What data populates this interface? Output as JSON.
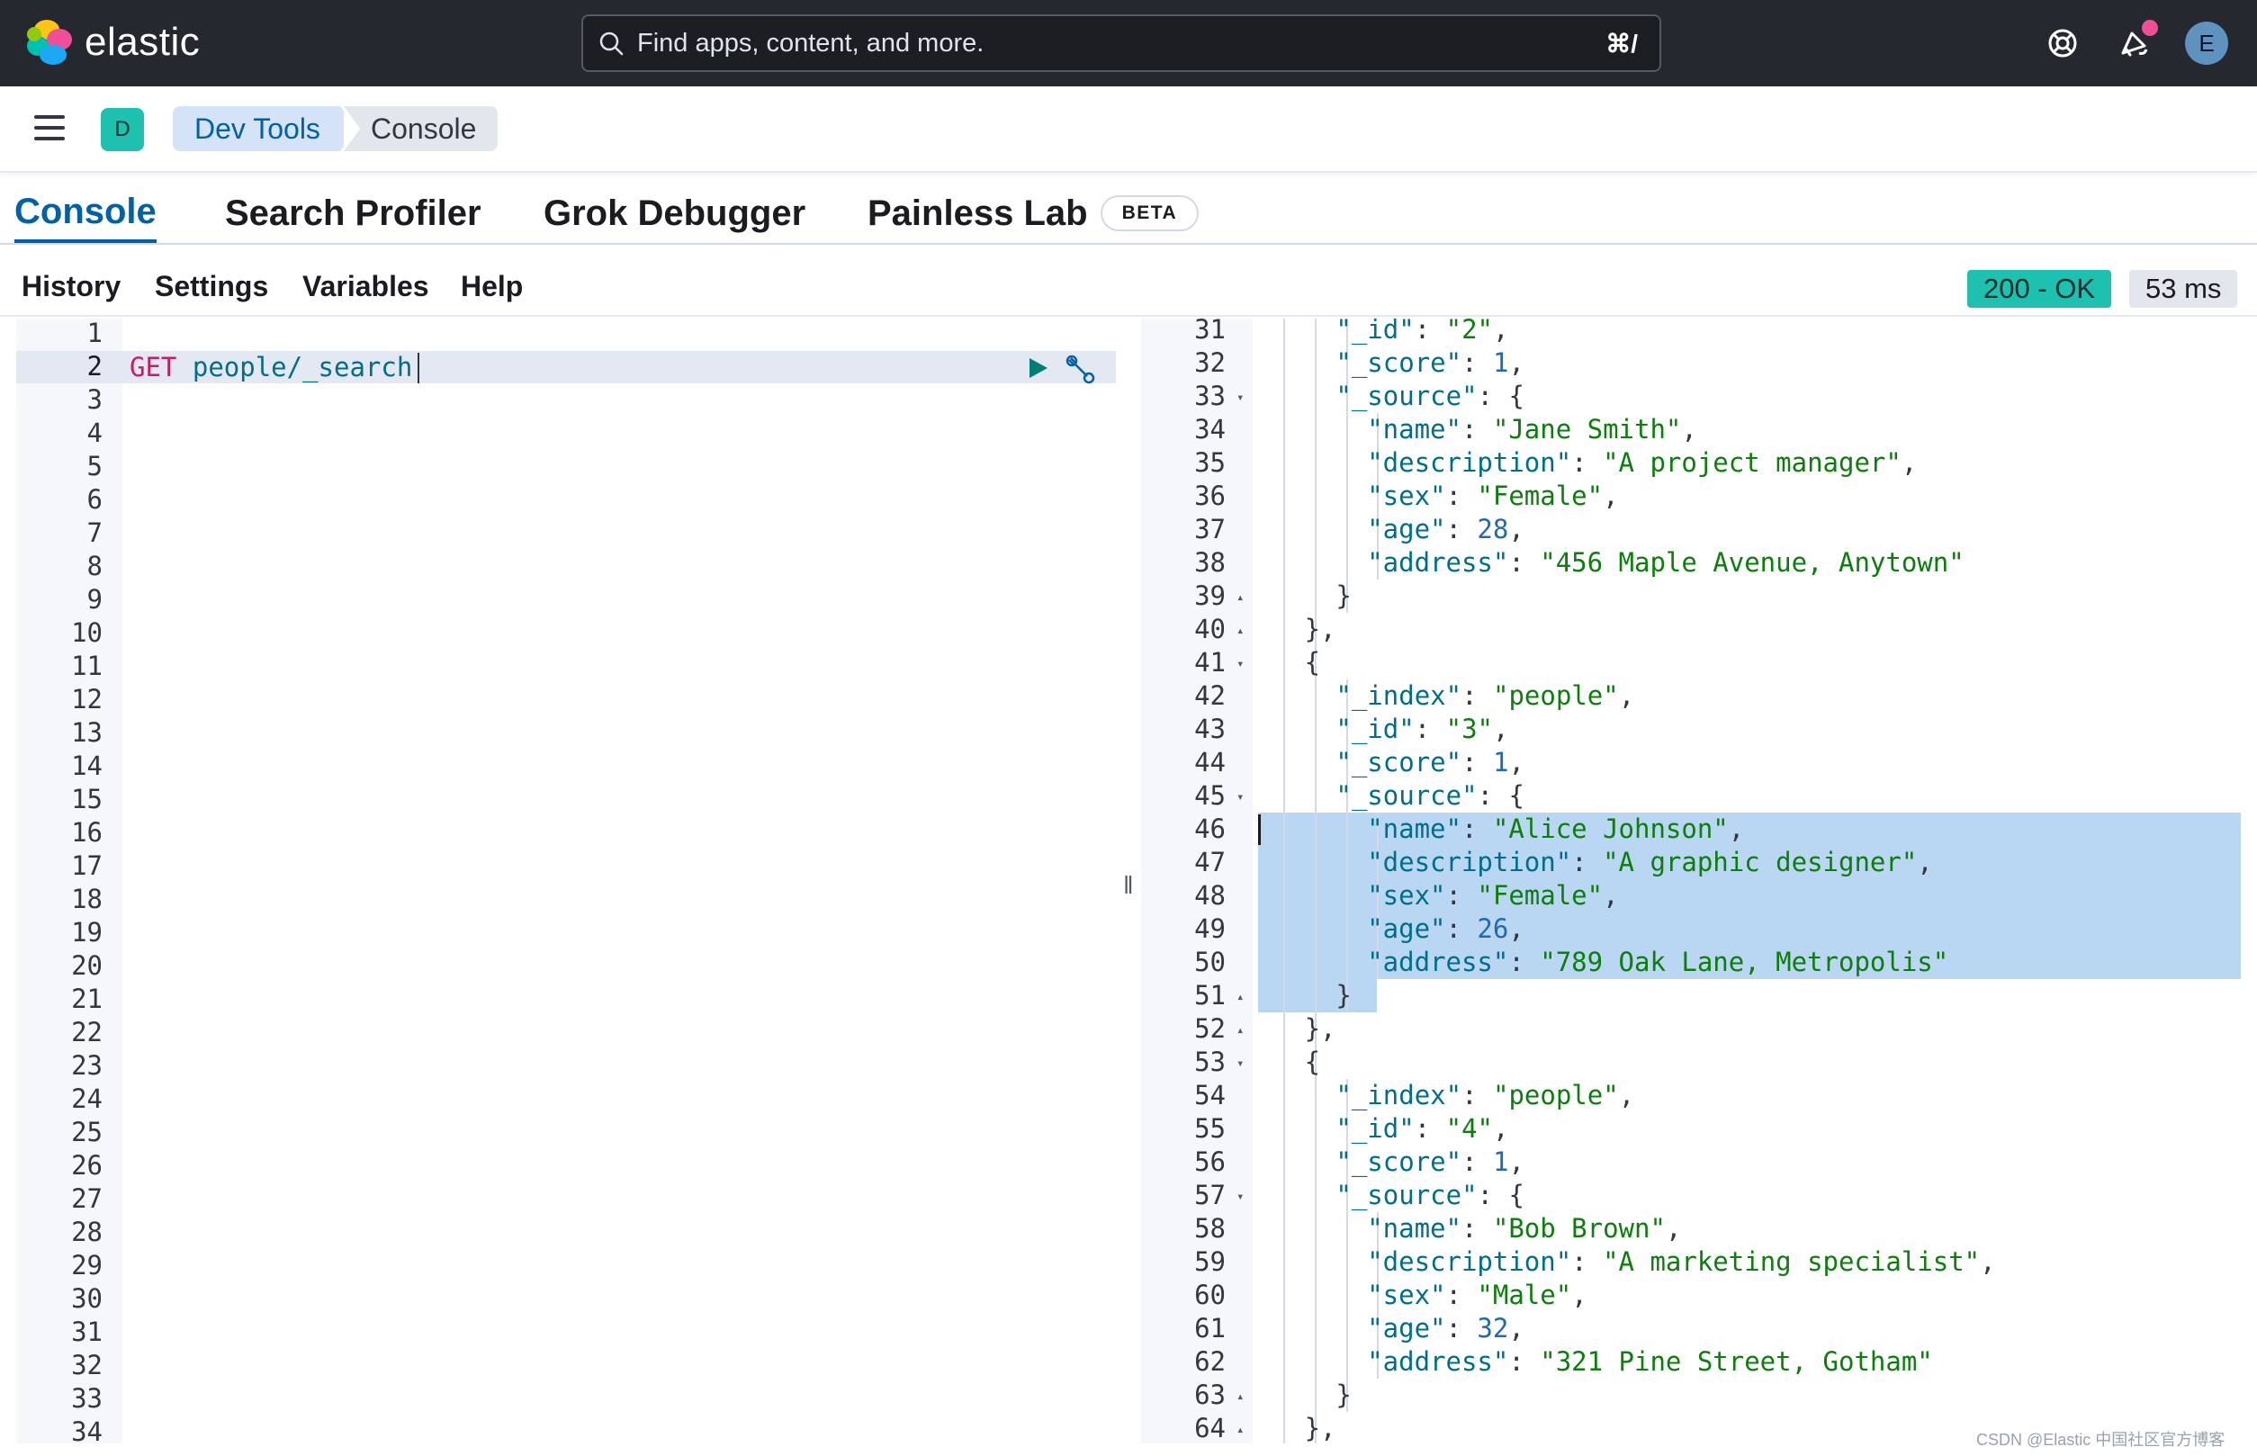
{
  "header": {
    "brand": "elastic",
    "search_placeholder": "Find apps, content, and more.",
    "search_shortcut": "⌘/",
    "help_icon": "lifebuoy-icon",
    "news_icon": "megaphone-icon",
    "avatar_initial": "E"
  },
  "breadcrumbs": {
    "space_initial": "D",
    "items": [
      "Dev Tools",
      "Console"
    ]
  },
  "tabs": [
    {
      "label": "Console",
      "active": true
    },
    {
      "label": "Search Profiler",
      "active": false
    },
    {
      "label": "Grok Debugger",
      "active": false
    },
    {
      "label": "Painless Lab",
      "active": false,
      "badge": "BETA"
    }
  ],
  "toolbar": {
    "items": [
      "History",
      "Settings",
      "Variables",
      "Help"
    ],
    "status": "200 - OK",
    "duration": "53 ms"
  },
  "request_editor": {
    "line_numbers": [
      "1",
      "2",
      "3",
      "4",
      "5",
      "6",
      "7",
      "8",
      "9",
      "10",
      "11",
      "12",
      "13",
      "14",
      "15",
      "16",
      "17",
      "18",
      "19",
      "20",
      "21",
      "22",
      "23",
      "24",
      "25",
      "26",
      "27",
      "28",
      "29",
      "30",
      "31",
      "32",
      "33",
      "34"
    ],
    "method": "GET",
    "path": "people/_search"
  },
  "response_editor": {
    "lines": [
      {
        "n": "31",
        "fold": "",
        "depth": 3,
        "tokens": [
          [
            "key",
            "\"_id\""
          ],
          [
            "punc",
            ": "
          ],
          [
            "str",
            "\"2\""
          ],
          [
            "punc",
            ","
          ]
        ]
      },
      {
        "n": "32",
        "fold": "",
        "depth": 3,
        "tokens": [
          [
            "key",
            "\"_score\""
          ],
          [
            "punc",
            ": "
          ],
          [
            "num",
            "1"
          ],
          [
            "punc",
            ","
          ]
        ]
      },
      {
        "n": "33",
        "fold": "▾",
        "depth": 3,
        "tokens": [
          [
            "key",
            "\"_source\""
          ],
          [
            "punc",
            ": {"
          ]
        ]
      },
      {
        "n": "34",
        "fold": "",
        "depth": 4,
        "tokens": [
          [
            "key",
            "\"name\""
          ],
          [
            "punc",
            ": "
          ],
          [
            "str",
            "\"Jane Smith\""
          ],
          [
            "punc",
            ","
          ]
        ]
      },
      {
        "n": "35",
        "fold": "",
        "depth": 4,
        "tokens": [
          [
            "key",
            "\"description\""
          ],
          [
            "punc",
            ": "
          ],
          [
            "str",
            "\"A project manager\""
          ],
          [
            "punc",
            ","
          ]
        ]
      },
      {
        "n": "36",
        "fold": "",
        "depth": 4,
        "tokens": [
          [
            "key",
            "\"sex\""
          ],
          [
            "punc",
            ": "
          ],
          [
            "str",
            "\"Female\""
          ],
          [
            "punc",
            ","
          ]
        ]
      },
      {
        "n": "37",
        "fold": "",
        "depth": 4,
        "tokens": [
          [
            "key",
            "\"age\""
          ],
          [
            "punc",
            ": "
          ],
          [
            "num",
            "28"
          ],
          [
            "punc",
            ","
          ]
        ]
      },
      {
        "n": "38",
        "fold": "",
        "depth": 4,
        "tokens": [
          [
            "key",
            "\"address\""
          ],
          [
            "punc",
            ": "
          ],
          [
            "str",
            "\"456 Maple Avenue, Anytown\""
          ]
        ]
      },
      {
        "n": "39",
        "fold": "▴",
        "depth": 3,
        "tokens": [
          [
            "punc",
            "}"
          ]
        ]
      },
      {
        "n": "40",
        "fold": "▴",
        "depth": 2,
        "tokens": [
          [
            "punc",
            "},"
          ]
        ]
      },
      {
        "n": "41",
        "fold": "▾",
        "depth": 2,
        "tokens": [
          [
            "punc",
            "{"
          ]
        ]
      },
      {
        "n": "42",
        "fold": "",
        "depth": 3,
        "tokens": [
          [
            "key",
            "\"_index\""
          ],
          [
            "punc",
            ": "
          ],
          [
            "str",
            "\"people\""
          ],
          [
            "punc",
            ","
          ]
        ]
      },
      {
        "n": "43",
        "fold": "",
        "depth": 3,
        "tokens": [
          [
            "key",
            "\"_id\""
          ],
          [
            "punc",
            ": "
          ],
          [
            "str",
            "\"3\""
          ],
          [
            "punc",
            ","
          ]
        ]
      },
      {
        "n": "44",
        "fold": "",
        "depth": 3,
        "tokens": [
          [
            "key",
            "\"_score\""
          ],
          [
            "punc",
            ": "
          ],
          [
            "num",
            "1"
          ],
          [
            "punc",
            ","
          ]
        ]
      },
      {
        "n": "45",
        "fold": "▾",
        "depth": 3,
        "tokens": [
          [
            "key",
            "\"_source\""
          ],
          [
            "punc",
            ": {"
          ]
        ]
      },
      {
        "n": "46",
        "fold": "",
        "depth": 4,
        "sel": true,
        "tokens": [
          [
            "key",
            "\"name\""
          ],
          [
            "punc",
            ": "
          ],
          [
            "str",
            "\"Alice Johnson\""
          ],
          [
            "punc",
            ","
          ]
        ]
      },
      {
        "n": "47",
        "fold": "",
        "depth": 4,
        "sel": true,
        "tokens": [
          [
            "key",
            "\"description\""
          ],
          [
            "punc",
            ": "
          ],
          [
            "str",
            "\"A graphic designer\""
          ],
          [
            "punc",
            ","
          ]
        ]
      },
      {
        "n": "48",
        "fold": "",
        "depth": 4,
        "sel": true,
        "tokens": [
          [
            "key",
            "\"sex\""
          ],
          [
            "punc",
            ": "
          ],
          [
            "str",
            "\"Female\""
          ],
          [
            "punc",
            ","
          ]
        ]
      },
      {
        "n": "49",
        "fold": "",
        "depth": 4,
        "sel": true,
        "tokens": [
          [
            "key",
            "\"age\""
          ],
          [
            "punc",
            ": "
          ],
          [
            "num",
            "26"
          ],
          [
            "punc",
            ","
          ]
        ]
      },
      {
        "n": "50",
        "fold": "",
        "depth": 4,
        "sel": true,
        "tokens": [
          [
            "key",
            "\"address\""
          ],
          [
            "punc",
            ": "
          ],
          [
            "str",
            "\"789 Oak Lane, Metropolis\""
          ]
        ]
      },
      {
        "n": "51",
        "fold": "▴",
        "depth": 3,
        "sel_partial": true,
        "tokens": [
          [
            "punc",
            "}"
          ]
        ]
      },
      {
        "n": "52",
        "fold": "▴",
        "depth": 2,
        "tokens": [
          [
            "punc",
            "},"
          ]
        ]
      },
      {
        "n": "53",
        "fold": "▾",
        "depth": 2,
        "tokens": [
          [
            "punc",
            "{"
          ]
        ]
      },
      {
        "n": "54",
        "fold": "",
        "depth": 3,
        "tokens": [
          [
            "key",
            "\"_index\""
          ],
          [
            "punc",
            ": "
          ],
          [
            "str",
            "\"people\""
          ],
          [
            "punc",
            ","
          ]
        ]
      },
      {
        "n": "55",
        "fold": "",
        "depth": 3,
        "tokens": [
          [
            "key",
            "\"_id\""
          ],
          [
            "punc",
            ": "
          ],
          [
            "str",
            "\"4\""
          ],
          [
            "punc",
            ","
          ]
        ]
      },
      {
        "n": "56",
        "fold": "",
        "depth": 3,
        "tokens": [
          [
            "key",
            "\"_score\""
          ],
          [
            "punc",
            ": "
          ],
          [
            "num",
            "1"
          ],
          [
            "punc",
            ","
          ]
        ]
      },
      {
        "n": "57",
        "fold": "▾",
        "depth": 3,
        "tokens": [
          [
            "key",
            "\"_source\""
          ],
          [
            "punc",
            ": {"
          ]
        ]
      },
      {
        "n": "58",
        "fold": "",
        "depth": 4,
        "tokens": [
          [
            "key",
            "\"name\""
          ],
          [
            "punc",
            ": "
          ],
          [
            "str",
            "\"Bob Brown\""
          ],
          [
            "punc",
            ","
          ]
        ]
      },
      {
        "n": "59",
        "fold": "",
        "depth": 4,
        "tokens": [
          [
            "key",
            "\"description\""
          ],
          [
            "punc",
            ": "
          ],
          [
            "str",
            "\"A marketing specialist\""
          ],
          [
            "punc",
            ","
          ]
        ]
      },
      {
        "n": "60",
        "fold": "",
        "depth": 4,
        "tokens": [
          [
            "key",
            "\"sex\""
          ],
          [
            "punc",
            ": "
          ],
          [
            "str",
            "\"Male\""
          ],
          [
            "punc",
            ","
          ]
        ]
      },
      {
        "n": "61",
        "fold": "",
        "depth": 4,
        "tokens": [
          [
            "key",
            "\"age\""
          ],
          [
            "punc",
            ": "
          ],
          [
            "num",
            "32"
          ],
          [
            "punc",
            ","
          ]
        ]
      },
      {
        "n": "62",
        "fold": "",
        "depth": 4,
        "tokens": [
          [
            "key",
            "\"address\""
          ],
          [
            "punc",
            ": "
          ],
          [
            "str",
            "\"321 Pine Street, Gotham\""
          ]
        ]
      },
      {
        "n": "63",
        "fold": "▴",
        "depth": 3,
        "tokens": [
          [
            "punc",
            "}"
          ]
        ]
      },
      {
        "n": "64",
        "fold": "▴",
        "depth": 2,
        "tokens": [
          [
            "punc",
            "},"
          ]
        ]
      }
    ]
  },
  "watermark": "CSDN @Elastic 中国社区官方博客",
  "colors": {
    "header_bg": "#25282f",
    "accent": "#0061a6",
    "status_ok": "#1ec0b0",
    "selection": "#b9d6f2"
  }
}
